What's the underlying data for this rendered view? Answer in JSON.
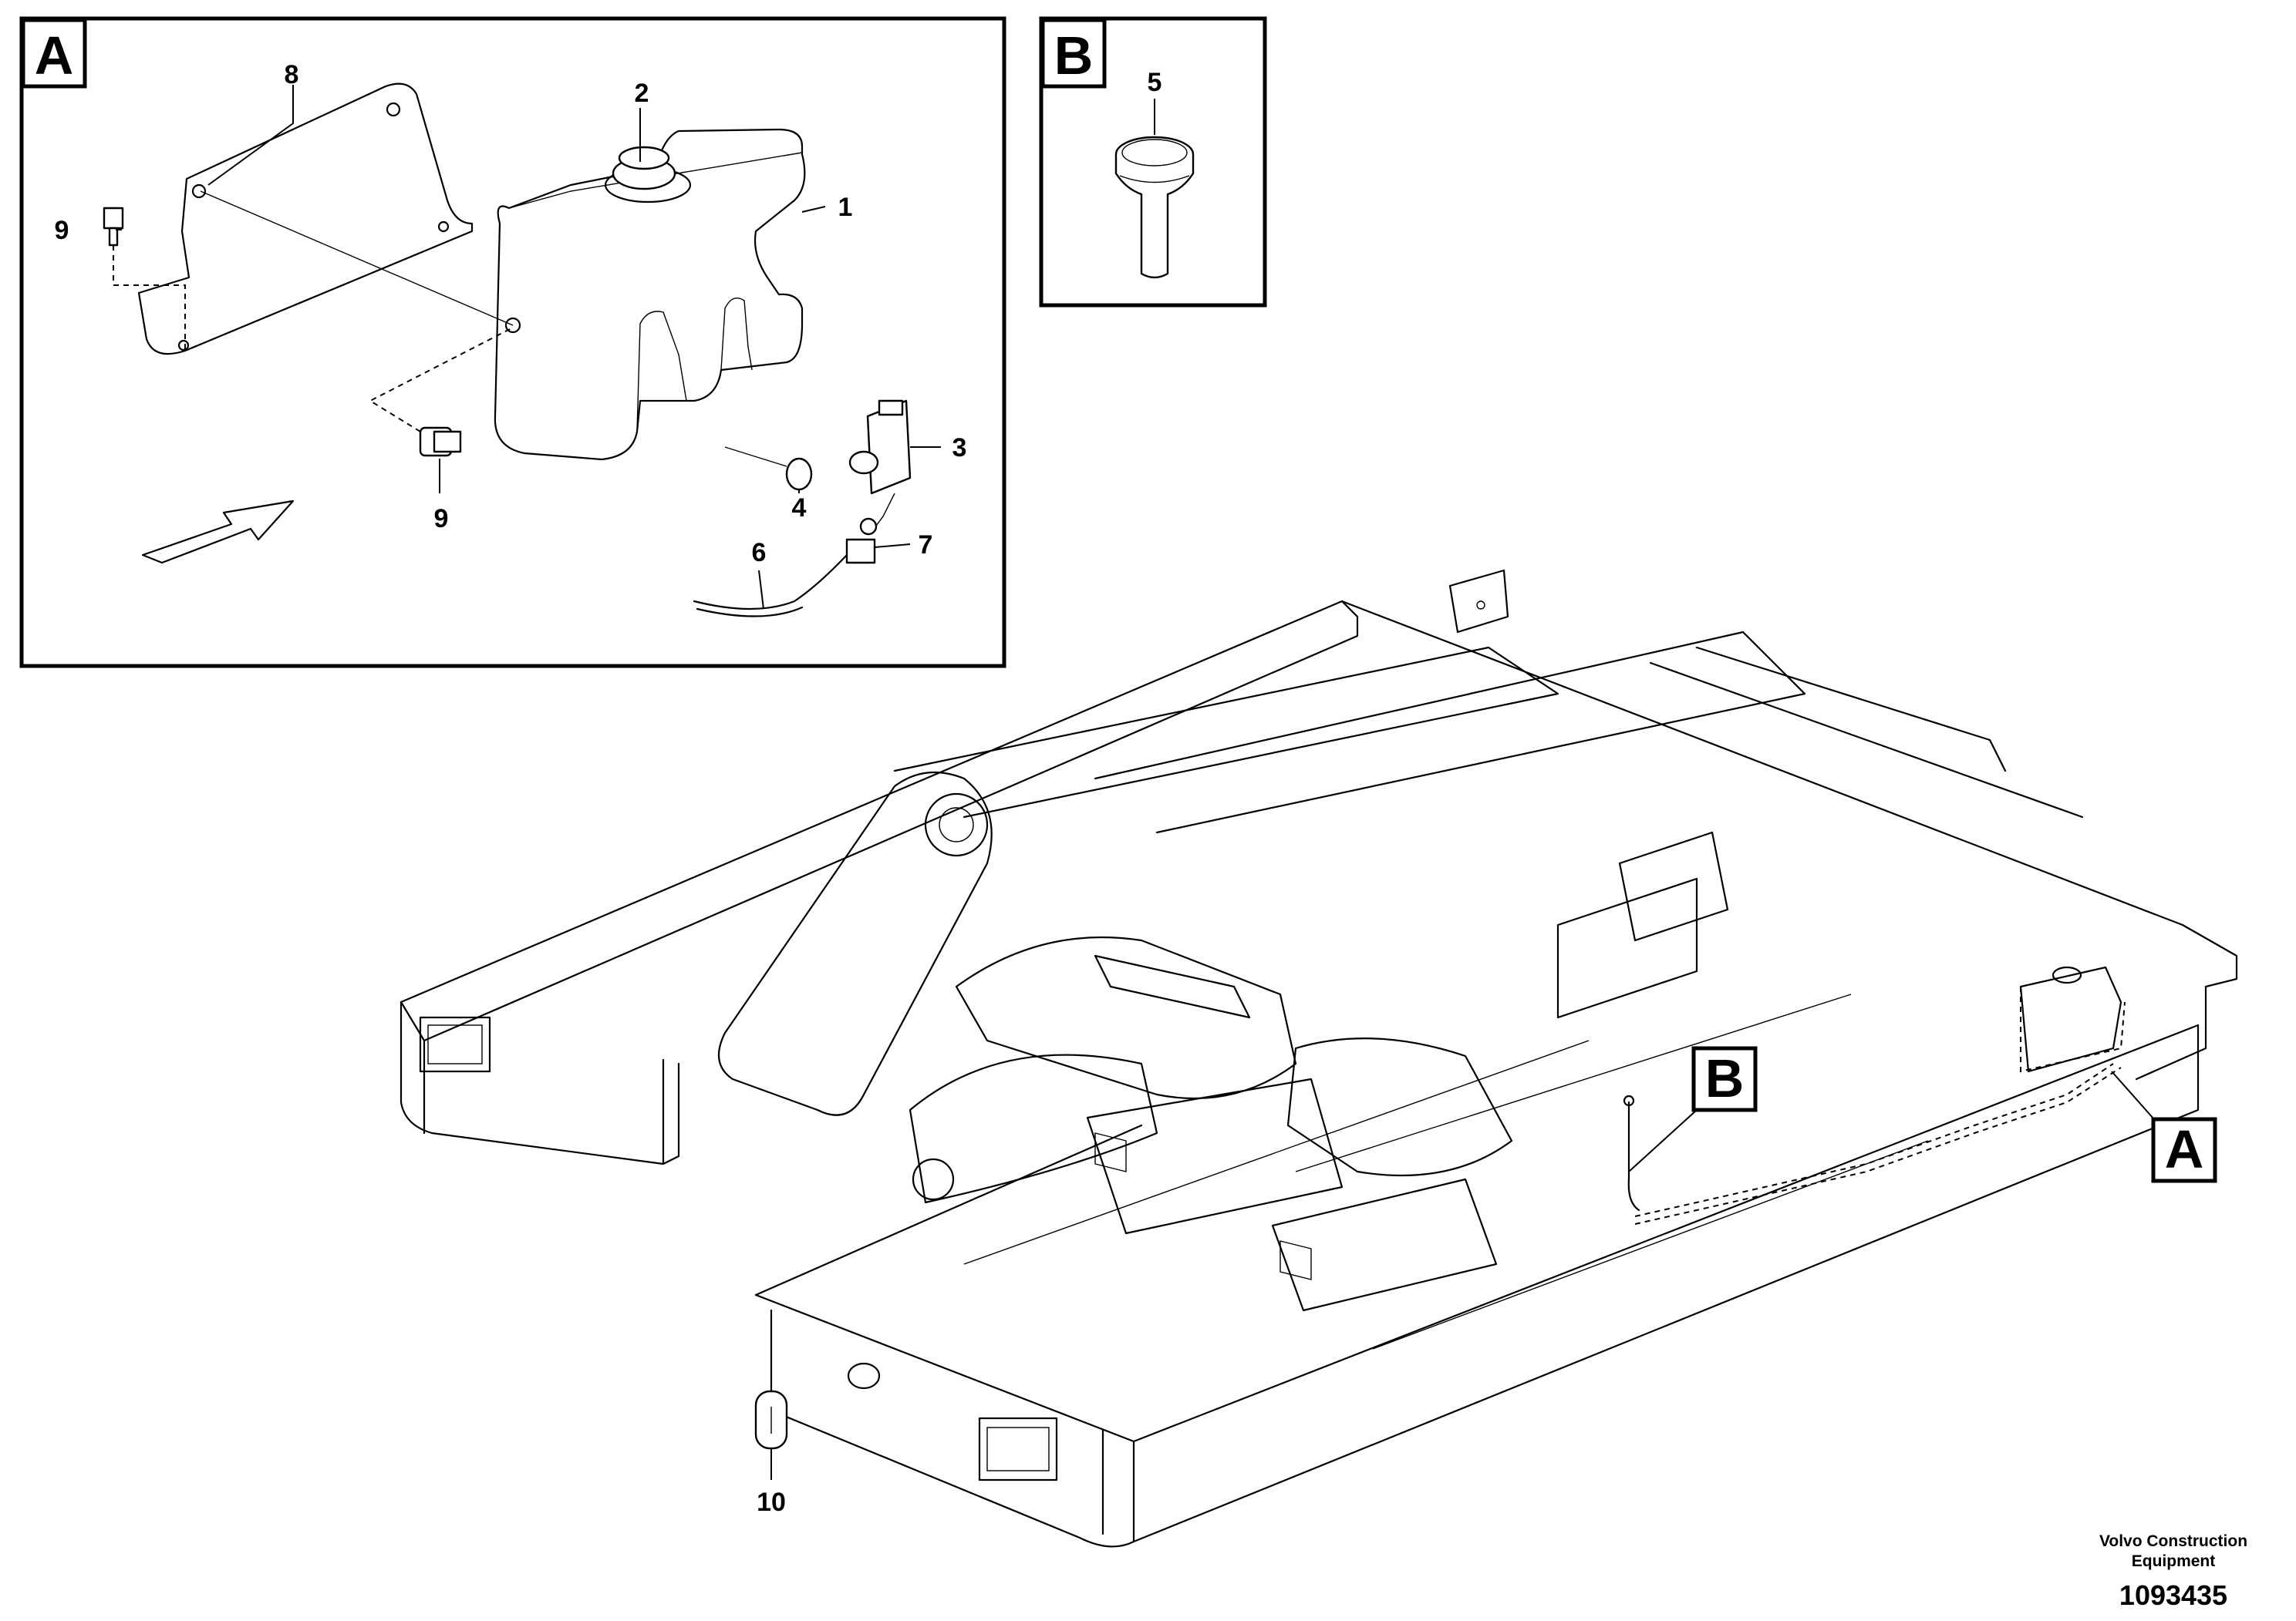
{
  "callouts": {
    "washer_reservoir": "1",
    "filler_cap": "2",
    "washer_pump": "3",
    "grommet": "4",
    "nozzle": "5",
    "hose": "6",
    "connector": "7",
    "bracket": "8",
    "bolt_upper": "9",
    "bolt_lower": "9",
    "plug": "10"
  },
  "detail_views": {
    "a_title": "A",
    "b_title": "B",
    "a_ref": "A",
    "b_ref": "B"
  },
  "footer": {
    "company_line1": "Volvo Construction",
    "company_line2": "Equipment",
    "drawing_number": "1093435"
  }
}
